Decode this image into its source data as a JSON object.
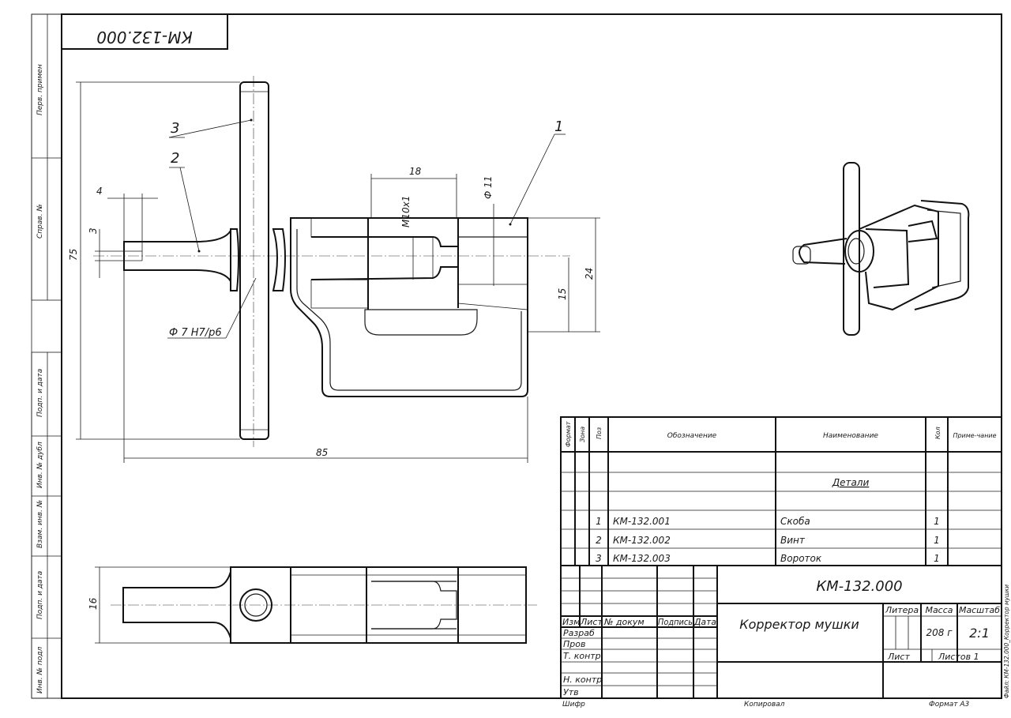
{
  "document": {
    "code": "КМ-132.000",
    "code_mirrored": "КМ-132.000",
    "title": "Корректор мушки",
    "mass": "208 г",
    "scale": "2:1",
    "sheet_label": "Лист",
    "sheets_label": "Листов 1",
    "format_label": "Формат А3",
    "copied_label": "Копировал",
    "cipher_label": "Шифр",
    "side_file_label": "Файл: КМ-132.000_Корректор мушки"
  },
  "left_strip": {
    "labels": [
      "Перв. примен",
      "Справ. №",
      "Подп. и дата",
      "Инв. № дубл",
      "Взам. инв. №",
      "Подп. и дата",
      "Инв. № подл"
    ]
  },
  "dimensions": {
    "d75": "75",
    "d85": "85",
    "d4": "4",
    "d3": "3",
    "d18": "18",
    "d11": "Ф 11",
    "m10": "M10x1",
    "d15": "15",
    "d24": "24",
    "d16": "16",
    "fit": "Ф 7 H7/p6"
  },
  "callouts": {
    "c1": "1",
    "c2": "2",
    "c3": "3"
  },
  "spec": {
    "headers": {
      "format": "Формат",
      "zone": "Зона",
      "pos": "Поз",
      "designation": "Обозначение",
      "name": "Наименование",
      "qty": "Кол",
      "note": "Приме-чание"
    },
    "section_title": "Детали",
    "rows": [
      {
        "pos": "1",
        "designation": "КМ-132.001",
        "name": "Скоба",
        "qty": "1"
      },
      {
        "pos": "2",
        "designation": "КМ-132.002",
        "name": "Винт",
        "qty": "1"
      },
      {
        "pos": "3",
        "designation": "КМ-132.003",
        "name": "Вороток",
        "qty": "1"
      }
    ]
  },
  "title_block": {
    "col_headers": [
      "Изм",
      "Лист",
      "№ докум",
      "Подпись",
      "Дата"
    ],
    "roles": [
      "Разраб",
      "Пров",
      "Т. контр",
      "Н. контр",
      "Утв"
    ],
    "litera_label": "Литера",
    "mass_label": "Масса",
    "scale_label": "Масштаб"
  }
}
